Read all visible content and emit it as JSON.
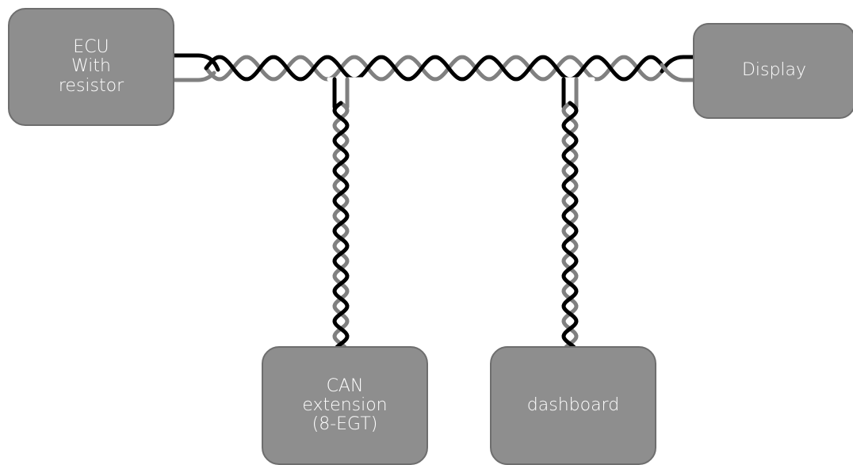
{
  "colors": {
    "box_fill": "#8e8e8e",
    "box_border": "#6e6e6e",
    "box_text": "#ffffff",
    "wire_dark": "#000000",
    "wire_light": "#808080"
  },
  "nodes": {
    "ecu": {
      "lines": [
        "ECU",
        "With",
        "resistor"
      ]
    },
    "display": {
      "lines": [
        "Display"
      ]
    },
    "can_extension": {
      "lines": [
        "CAN",
        "extension",
        "(8-EGT)"
      ]
    },
    "dashboard": {
      "lines": [
        "dashboard"
      ]
    }
  }
}
